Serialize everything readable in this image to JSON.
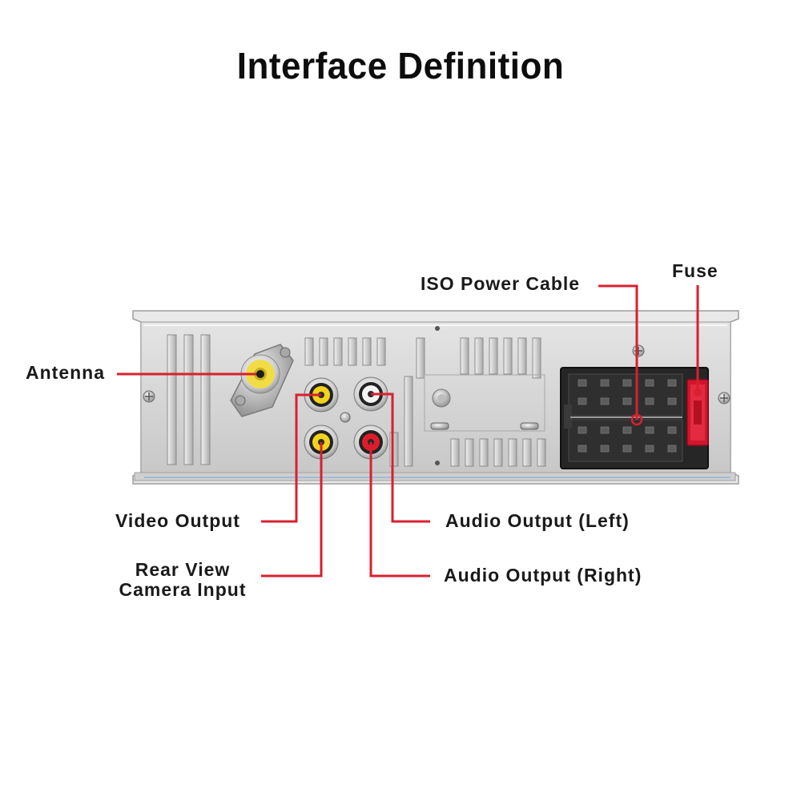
{
  "title": "Interface Definition",
  "labels": {
    "iso_power_cable": "ISO Power Cable",
    "fuse": "Fuse",
    "antenna": "Antenna",
    "video_output": "Video Output",
    "rear_view_line1": "Rear View",
    "rear_view_line2": "Camera Input",
    "audio_left": "Audio Output (Left)",
    "audio_right": "Audio Output (Right)"
  },
  "colors": {
    "leader": "#d8202f",
    "panel": "#dcdcdc",
    "panel_dark": "#b9b9b9",
    "connector": "#262626",
    "fuse": "#d2152c",
    "rca_yellow": "#f3d21b",
    "rca_red": "#df1d2a",
    "rca_white": "#f4f4f4"
  }
}
